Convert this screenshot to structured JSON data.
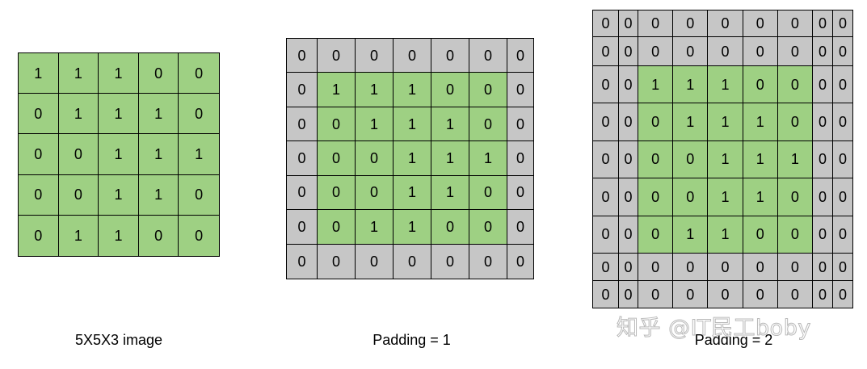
{
  "panels": [
    {
      "id": "grid-input",
      "caption": "5X5X3 image",
      "padding": 0,
      "rows": [
        [
          "1",
          "1",
          "1",
          "0",
          "0"
        ],
        [
          "0",
          "1",
          "1",
          "1",
          "0"
        ],
        [
          "0",
          "0",
          "1",
          "1",
          "1"
        ],
        [
          "0",
          "0",
          "1",
          "1",
          "0"
        ],
        [
          "0",
          "1",
          "1",
          "0",
          "0"
        ]
      ]
    },
    {
      "id": "grid-pad1",
      "caption": "Padding = 1",
      "padding": 1,
      "rows": [
        [
          "0",
          "0",
          "0",
          "0",
          "0",
          "0",
          "0"
        ],
        [
          "0",
          "1",
          "1",
          "1",
          "0",
          "0",
          "0"
        ],
        [
          "0",
          "0",
          "1",
          "1",
          "1",
          "0",
          "0"
        ],
        [
          "0",
          "0",
          "0",
          "1",
          "1",
          "1",
          "0"
        ],
        [
          "0",
          "0",
          "0",
          "1",
          "1",
          "0",
          "0"
        ],
        [
          "0",
          "0",
          "1",
          "1",
          "0",
          "0",
          "0"
        ],
        [
          "0",
          "0",
          "0",
          "0",
          "0",
          "0",
          "0"
        ]
      ]
    },
    {
      "id": "grid-pad2",
      "caption": "Padding = 2",
      "padding": 2,
      "rows": [
        [
          "0",
          "0",
          "0",
          "0",
          "0",
          "0",
          "0",
          "0",
          "0"
        ],
        [
          "0",
          "0",
          "0",
          "0",
          "0",
          "0",
          "0",
          "0",
          "0"
        ],
        [
          "0",
          "0",
          "1",
          "1",
          "1",
          "0",
          "0",
          "0",
          "0"
        ],
        [
          "0",
          "0",
          "0",
          "1",
          "1",
          "1",
          "0",
          "0",
          "0"
        ],
        [
          "0",
          "0",
          "0",
          "0",
          "1",
          "1",
          "1",
          "0",
          "0"
        ],
        [
          "0",
          "0",
          "0",
          "0",
          "1",
          "1",
          "0",
          "0",
          "0"
        ],
        [
          "0",
          "0",
          "0",
          "1",
          "1",
          "0",
          "0",
          "0",
          "0"
        ],
        [
          "0",
          "0",
          "0",
          "0",
          "0",
          "0",
          "0",
          "0",
          "0"
        ],
        [
          "0",
          "0",
          "0",
          "0",
          "0",
          "0",
          "0",
          "0",
          "0"
        ]
      ]
    }
  ],
  "watermark": "知乎 @IT民工boby",
  "colors": {
    "image_cell": "#9ed083",
    "padding_cell": "#c6c6c6"
  }
}
